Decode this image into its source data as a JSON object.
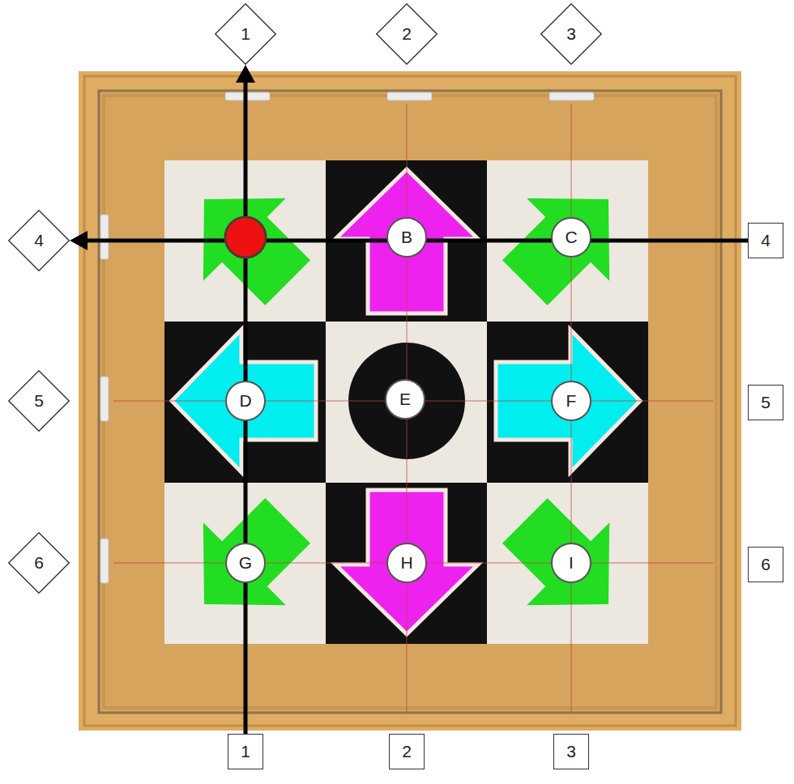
{
  "diagram": {
    "nodes": [
      {
        "text": [
          "1"
        ]
      },
      {
        "text": [
          "2"
        ]
      },
      {
        "text": [
          "3"
        ]
      },
      {
        "text": [
          "4"
        ]
      },
      {
        "text": [
          "B"
        ]
      },
      {
        "text": [
          "C"
        ]
      },
      {
        "text": [
          "4"
        ]
      },
      {
        "text": [
          "5"
        ]
      },
      {
        "text": [
          "D"
        ]
      },
      {
        "text": [
          "E"
        ]
      },
      {
        "text": [
          "F"
        ]
      },
      {
        "text": [
          "5"
        ]
      },
      {
        "text": [
          "6"
        ]
      },
      {
        "text": [
          "G"
        ]
      },
      {
        "text": [
          "H"
        ]
      },
      {
        "text": [
          "I"
        ]
      },
      {
        "text": [
          "6"
        ]
      },
      {
        "text": [
          "1"
        ]
      },
      {
        "text": [
          "2"
        ]
      },
      {
        "text": [
          "3"
        ]
      }
    ],
    "edges": [
      {
        "from": 17,
        "to": 0,
        "arrow": "to"
      },
      {
        "from": 6,
        "to": 3,
        "arrow": "to"
      }
    ]
  }
}
